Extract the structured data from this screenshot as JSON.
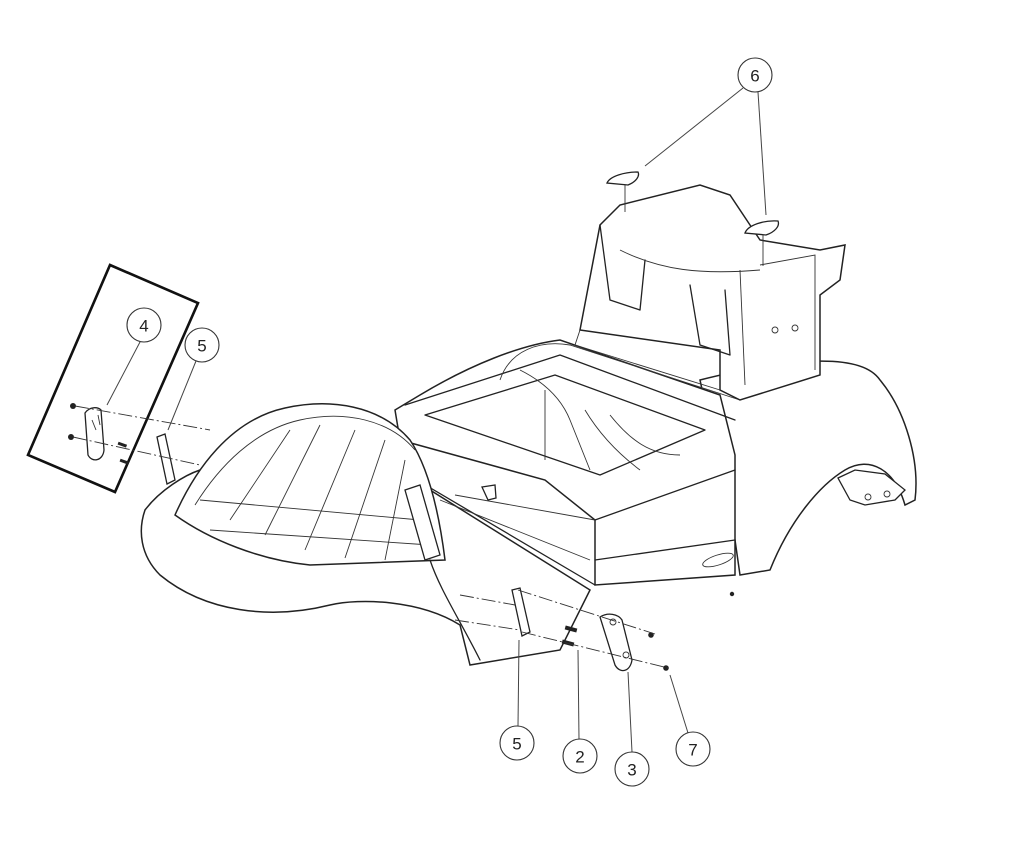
{
  "diagram": {
    "type": "exploded-parts-view",
    "subject": "vehicle body shell with cargo bed, front cowl and mounting hardware",
    "callouts": [
      {
        "id": "c6",
        "label": "6",
        "part": "cap / plug (2x, top of seat back)"
      },
      {
        "id": "c4",
        "label": "4",
        "part": "curved bracket (highlighted in box)"
      },
      {
        "id": "c5a",
        "label": "5",
        "part": "spacer / mount pad (front left)"
      },
      {
        "id": "c5b",
        "label": "5",
        "part": "spacer / mount pad (front right)"
      },
      {
        "id": "c2",
        "label": "2",
        "part": "screw / bolt"
      },
      {
        "id": "c3",
        "label": "3",
        "part": "curved bracket"
      },
      {
        "id": "c7",
        "label": "7",
        "part": "nut"
      }
    ],
    "highlight_box": {
      "contains": "4",
      "style": "thick black rectangle, rotated"
    },
    "colors": {
      "line": "#222222",
      "background": "#ffffff"
    }
  }
}
